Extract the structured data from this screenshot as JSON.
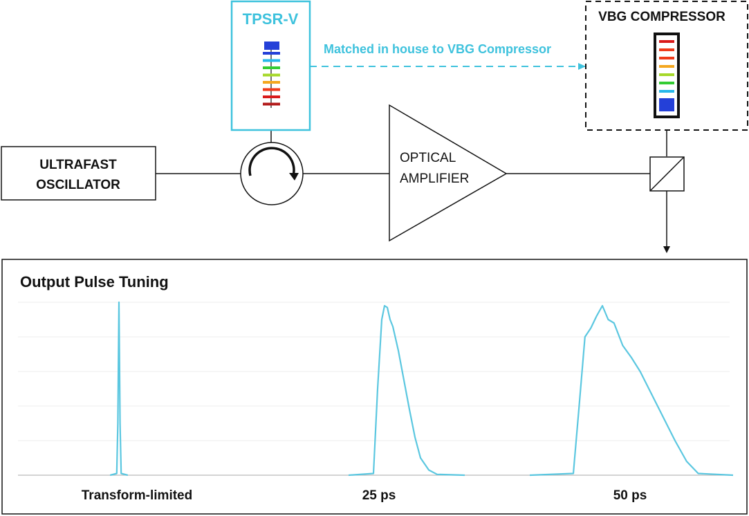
{
  "oscillator": {
    "line1": "ULTRAFAST",
    "line2": "OSCILLATOR"
  },
  "tpsr": {
    "label": "TPSR-V",
    "color": "#3ec2dd",
    "grating_colors": [
      "#2440d8",
      "#27b8ea",
      "#33cc33",
      "#a6d82a",
      "#f4a71f",
      "#ef3b1b",
      "#d91a1a",
      "#b31b1b"
    ]
  },
  "matched_note": "Matched in house to VBG Compressor",
  "amplifier": {
    "line1": "OPTICAL",
    "line2": "AMPLIFIER"
  },
  "compressor": {
    "label": "VBG COMPRESSOR",
    "grating_colors": [
      "#d91a1a",
      "#ef3b1b",
      "#ef3b1b",
      "#f4a71f",
      "#a6d82a",
      "#33cc33",
      "#27b8ea",
      "#2440d8"
    ]
  },
  "panel": {
    "title": "Output Pulse Tuning"
  },
  "chart_data": {
    "type": "line",
    "title": "Output Pulse Tuning",
    "series": [
      {
        "name": "Transform-limited",
        "x": [
          -4,
          -1,
          -0.5,
          0,
          0.5,
          1,
          4
        ],
        "y": [
          0,
          0.01,
          0.3,
          1.0,
          0.3,
          0.01,
          0
        ]
      },
      {
        "name": "25 ps",
        "x": [
          -12,
          -3,
          -1.5,
          0,
          1,
          2,
          3,
          4,
          6,
          8,
          10,
          12,
          14,
          17,
          20,
          30
        ],
        "y": [
          0,
          0.01,
          0.5,
          0.9,
          0.98,
          0.97,
          0.9,
          0.86,
          0.72,
          0.55,
          0.38,
          0.22,
          0.1,
          0.03,
          0.005,
          0
        ]
      },
      {
        "name": "50 ps",
        "x": [
          -20,
          -5,
          -3,
          -1,
          1,
          3,
          5,
          7,
          9,
          12,
          15,
          18,
          21,
          24,
          27,
          30,
          34,
          38,
          50
        ],
        "y": [
          0,
          0.01,
          0.4,
          0.8,
          0.85,
          0.92,
          0.98,
          0.9,
          0.88,
          0.75,
          0.68,
          0.6,
          0.5,
          0.4,
          0.3,
          0.2,
          0.08,
          0.01,
          0
        ]
      }
    ],
    "category_labels": [
      "Transform-limited",
      "25 ps",
      "50 ps"
    ],
    "xlabel": "",
    "ylabel": "",
    "ylim": [
      0,
      1
    ],
    "grid": true,
    "line_color": "#5bc7e0"
  }
}
